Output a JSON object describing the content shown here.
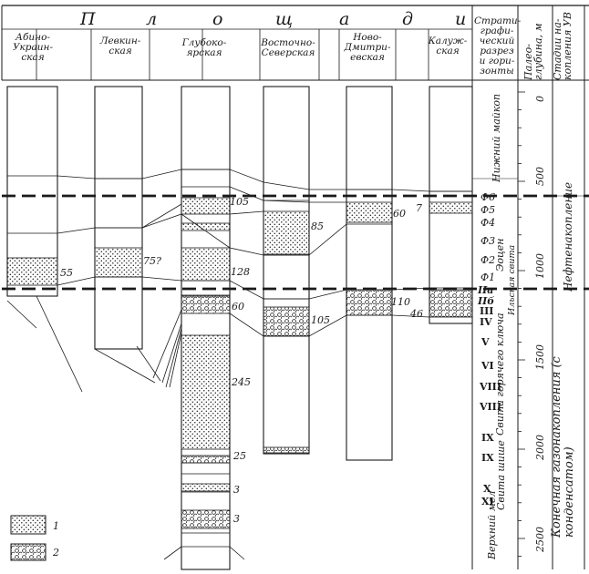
{
  "header": {
    "areas_title_letters": [
      "П",
      "л",
      "о",
      "щ",
      "а",
      "д",
      "и"
    ],
    "areas": [
      "Абино-\nУкраин-\nская",
      "Левкин-\nская",
      "Глубоко-\nярская",
      "Восточно-\nСеверская",
      "Ново-\nДмитри-\nевская",
      "Калуж-\nская"
    ],
    "strat_column": "Страти-\nграфи-\nческий\nразрез\nи гори-\nзонты",
    "paleo_depth": "Палео-\nглубина, м",
    "stages": "Стадии на-\nкопления УВ"
  },
  "scale": {
    "ticks": [
      "0",
      "500",
      "1000",
      "1500",
      "2000",
      "2500"
    ]
  },
  "stratigraphy": {
    "maikop": "Нижний майкоп",
    "eocene": "Эоцен",
    "ilsk": "Ильская свита",
    "gorchiy_klyuch": "Свита горячего ключа",
    "shishe": "Свита шише",
    "upper_cretaceous": "Верхний мел",
    "horizons": [
      "Ф6",
      "Ф5",
      "Ф4",
      "Ф3",
      "Ф2",
      "Ф1",
      "IIа",
      "IIб",
      "III",
      "IV",
      "V",
      "VI",
      "VIII",
      "VIII",
      "IX",
      "IX",
      "X",
      "XI"
    ]
  },
  "stages": {
    "oil": "Нефтенакопление",
    "gas": "Конечная газонакопления (с конденсатом)"
  },
  "thickness_labels": [
    "55",
    "75?",
    "105",
    "128",
    "60",
    "245",
    "25",
    "3",
    "3",
    "85",
    "105",
    "60",
    "110",
    "7",
    "46"
  ],
  "legend": [
    {
      "num": "1",
      "pattern": "dots"
    },
    {
      "num": "2",
      "pattern": "circles"
    }
  ]
}
